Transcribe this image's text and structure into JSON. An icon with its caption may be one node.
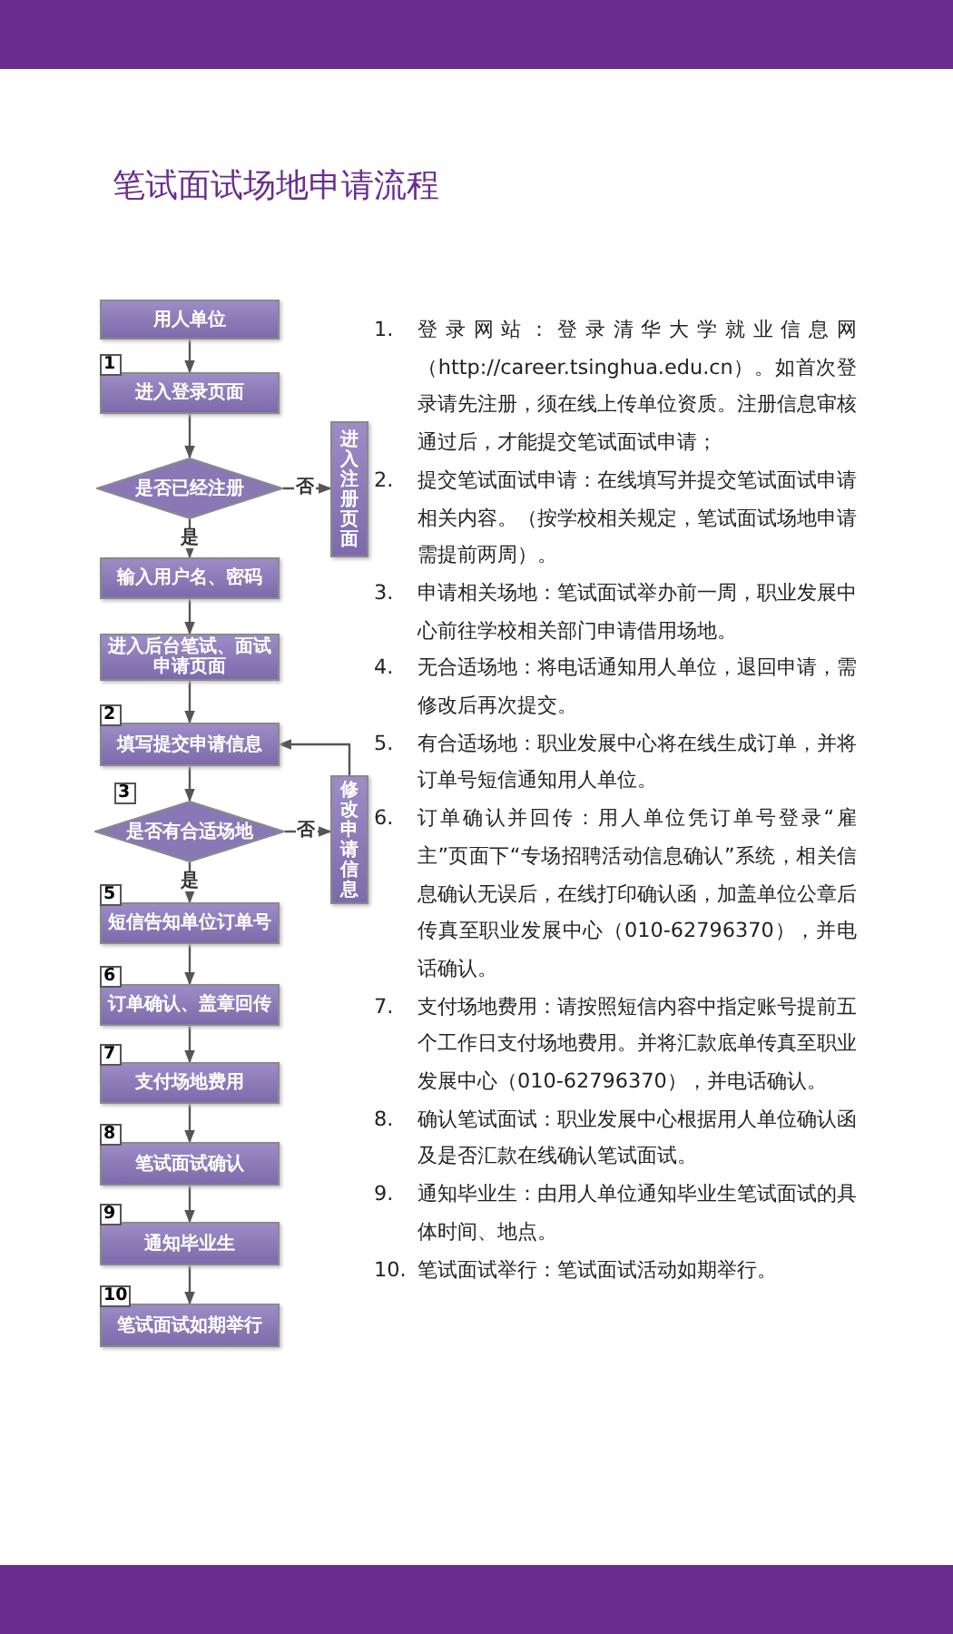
{
  "diagram": {
    "title": "笔试面试场地申请流程",
    "nodes": [
      {
        "text": [
          "用人单位"
        ]
      },
      {
        "text": [
          "进入登录页面"
        ],
        "beside": [
          "1"
        ]
      },
      {
        "text": [
          "是否已经注册"
        ]
      },
      {
        "text": [
          "进入注册页面"
        ]
      },
      {
        "text": [
          "输入用户名、密码"
        ]
      },
      {
        "text": [
          "进入后台笔试、面试申请页面"
        ]
      },
      {
        "text": [
          "填写提交申请信息"
        ],
        "beside": [
          "2"
        ]
      },
      {
        "text": [
          "是否有合适场地"
        ],
        "beside": [
          "3"
        ]
      },
      {
        "text": [
          "修改申请信息"
        ]
      },
      {
        "text": [
          "短信告知单位订单号"
        ],
        "beside": [
          "5"
        ]
      },
      {
        "text": [
          "订单确认、盖章回传"
        ],
        "beside": [
          "6"
        ]
      },
      {
        "text": [
          "支付场地费用"
        ],
        "beside": [
          "7"
        ]
      },
      {
        "text": [
          "笔试面试确认"
        ],
        "beside": [
          "8"
        ]
      },
      {
        "text": [
          "通知毕业生"
        ],
        "beside": [
          "9"
        ]
      },
      {
        "text": [
          "笔试面试如期举行"
        ],
        "beside": [
          "10"
        ]
      }
    ],
    "edges": [
      {
        "from": 0,
        "to": 1,
        "arrow": "to"
      },
      {
        "from": 1,
        "to": 2,
        "arrow": "to"
      },
      {
        "from": 2,
        "to": 3,
        "arrow": "to",
        "label": "否"
      },
      {
        "from": 2,
        "to": 4,
        "arrow": "to",
        "label": "是"
      },
      {
        "from": 4,
        "to": 5,
        "arrow": "to"
      },
      {
        "from": 5,
        "to": 6,
        "arrow": "to"
      },
      {
        "from": 6,
        "to": 7,
        "arrow": "to"
      },
      {
        "from": 7,
        "to": 8,
        "arrow": "to",
        "label": "否"
      },
      {
        "from": 8,
        "to": 6,
        "arrow": "to"
      },
      {
        "from": 7,
        "to": 9,
        "arrow": "to",
        "label": "是"
      },
      {
        "from": 9,
        "to": 10,
        "arrow": "to"
      },
      {
        "from": 10,
        "to": 11,
        "arrow": "to"
      },
      {
        "from": 11,
        "to": 12,
        "arrow": "to"
      },
      {
        "from": 12,
        "to": 13,
        "arrow": "to"
      },
      {
        "from": 13,
        "to": 14,
        "arrow": "to"
      }
    ],
    "labels": [
      "1.",
      "登录网站：登录清华大学就业信息网（http://career.tsinghua.edu.cn）。如首次登录请先注册，须在线上传单位资质。注册信息审核通过后，才能提交笔试面试申请；",
      "2.",
      "提交笔试面试申请：在线填写并提交笔试面试申请相关内容。（按学校相关规定，笔试面试场地申请需提前两周）。",
      "3.",
      "申请相关场地：笔试面试举办前一周，职业发展中心前往学校相关部门申请借用场地。",
      "4.",
      "无合适场地：将电话通知用人单位，退回申请，需修改后再次提交。",
      "5.",
      "有合适场地：职业发展中心将在线生成订单，并将订单号短信通知用人单位。",
      "6.",
      "订单确认并回传：用人单位凭订单号登录“雇主”页面下“专场招聘活动信息确认”系统，相关信息确认无误后，在线打印确认函，加盖单位公章后传真至职业发展中心（010-62796370），并电话确认。",
      "7.",
      "支付场地费用：请按照短信内容中指定账号提前五个工作日支付场地费用。并将汇款底单传真至职业发展中心（010-62796370），并电话确认。",
      "8.",
      "确认笔试面试：职业发展中心根据用人单位确认函及是否汇款在线确认笔试面试。",
      "9.",
      "通知毕业生：由用人单位通知毕业生笔试面试的具体时间、地点。",
      "10.",
      "笔试面试举行：笔试面试活动如期举行。"
    ]
  }
}
